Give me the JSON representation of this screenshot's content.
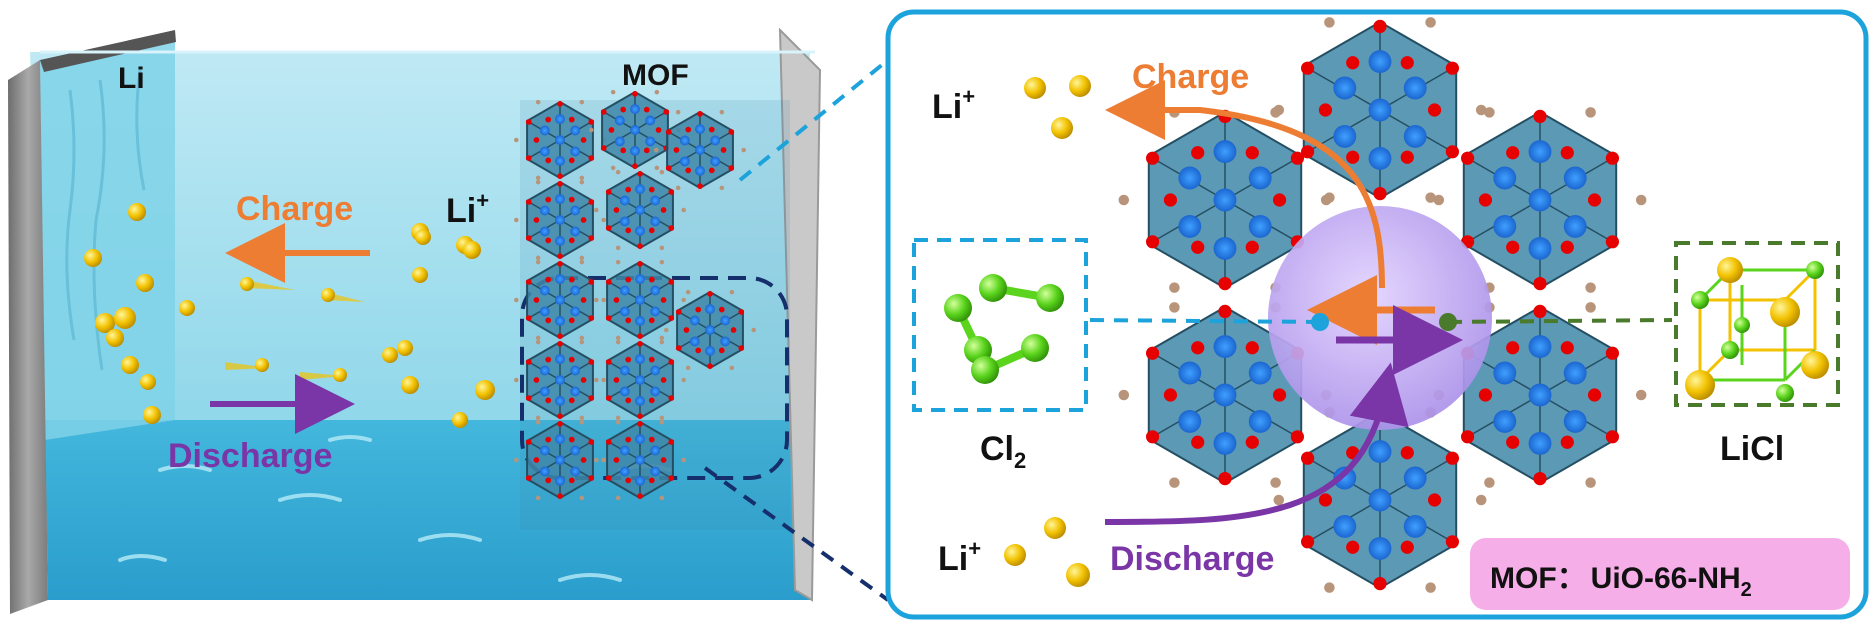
{
  "left_panel": {
    "electrode_label": "Li",
    "mof_label": "MOF",
    "charge_label": "Charge",
    "discharge_label": "Discharge",
    "ion_label": "Li",
    "ion_charge": "+"
  },
  "right_panel": {
    "ion_top_label": "Li",
    "ion_top_charge": "+",
    "ion_bottom_label": "Li",
    "ion_bottom_charge": "+",
    "charge_label": "Charge",
    "discharge_label": "Discharge",
    "cl2_label": "Cl",
    "cl2_subscript": "2",
    "licl_label": "LiCl",
    "mof_badge_prefix": "MOF：",
    "mof_badge_name": "UiO-66-NH",
    "mof_badge_subscript": "2"
  },
  "colors": {
    "electrolyte": "#5cc6e0",
    "charge_arrow": "#ee7d34",
    "discharge_arrow": "#7a35a6",
    "li_ion": "#f2c200",
    "chlorine": "#5ad41c",
    "frame_blue": "#1da3dc",
    "licl_box": "#4a7a2c",
    "badge_bg": "#f6aee8",
    "cluster": "#3f87a8",
    "zr_center": "#1e78e6",
    "oxygen": "#e60000",
    "linker": "#b8957a",
    "pore": "#c4aaf2"
  }
}
